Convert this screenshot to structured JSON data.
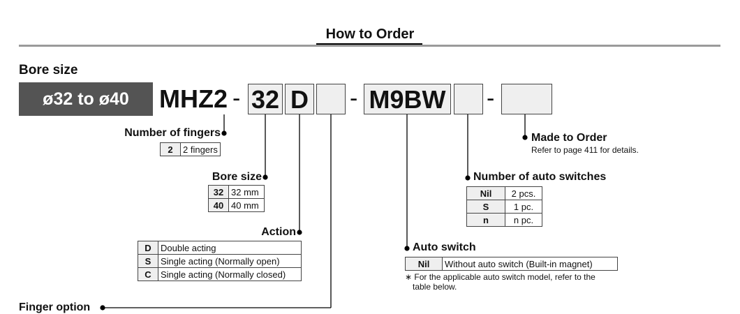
{
  "title": "How to Order",
  "bore_size_heading": "Bore size",
  "bore_range": "ø32 to ø40",
  "code": {
    "series": "MHZ2",
    "bore": "32",
    "action": "D",
    "finger_option": "",
    "switch": "M9BW",
    "num_switches": "",
    "made_to_order": ""
  },
  "number_of_fingers": {
    "label": "Number of fingers",
    "rows": [
      {
        "key": "2",
        "value": "2 fingers"
      }
    ]
  },
  "bore_size": {
    "label": "Bore size",
    "rows": [
      {
        "key": "32",
        "value": "32 mm"
      },
      {
        "key": "40",
        "value": "40 mm"
      }
    ]
  },
  "action": {
    "label": "Action",
    "rows": [
      {
        "key": "D",
        "value": "Double acting"
      },
      {
        "key": "S",
        "value": "Single acting (Normally open)"
      },
      {
        "key": "C",
        "value": "Single acting (Normally closed)"
      }
    ]
  },
  "finger_option": {
    "label": "Finger option"
  },
  "auto_switch": {
    "label": "Auto switch",
    "rows": [
      {
        "key": "Nil",
        "value": "Without auto switch (Built-in magnet)"
      }
    ],
    "note_line1": "∗ For the applicable auto switch model, refer to the",
    "note_line2": "table below."
  },
  "number_of_auto_switches": {
    "label": "Number of auto switches",
    "rows": [
      {
        "key": "Nil",
        "value": "2 pcs."
      },
      {
        "key": "S",
        "value": "1 pc."
      },
      {
        "key": "n",
        "value": "n pc."
      }
    ]
  },
  "made_to_order": {
    "label": "Made to Order",
    "note": "Refer to page 411 for details."
  }
}
